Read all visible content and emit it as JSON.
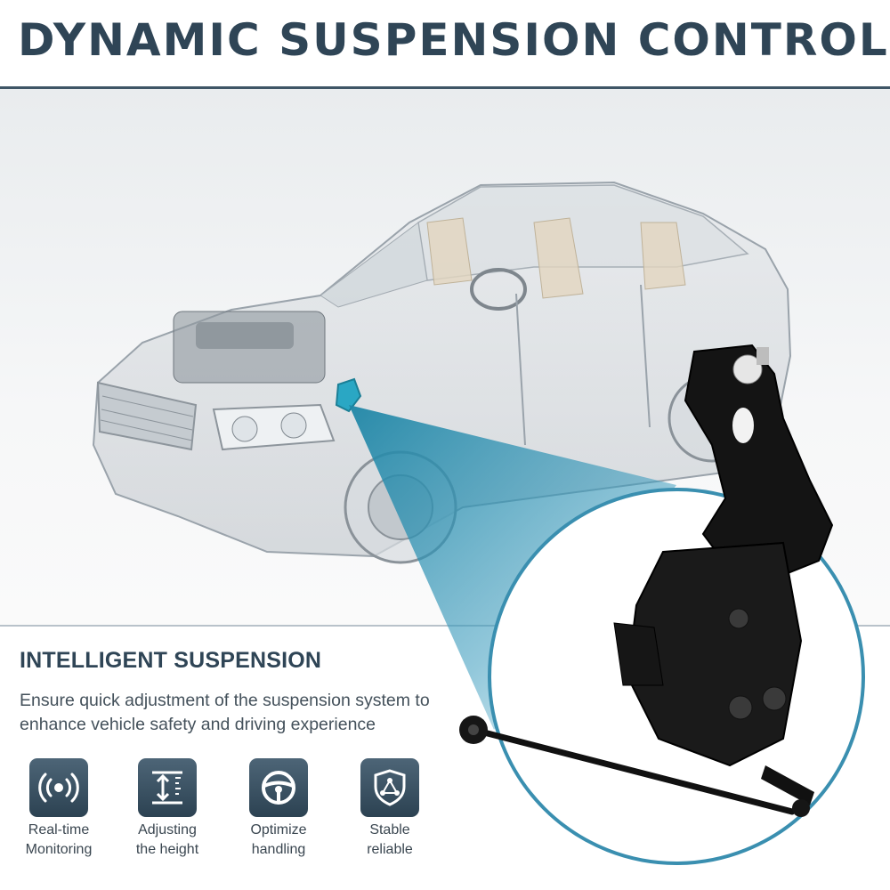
{
  "header": {
    "title": "DYNAMIC SUSPENSION CONTROL"
  },
  "section": {
    "heading": "INTELLIGENT SUSPENSION",
    "description": "Ensure quick adjustment of the suspension system to enhance vehicle safety and driving experience"
  },
  "features": [
    {
      "icon": "signal-broadcast-icon",
      "line1": "Real-time",
      "line2": "Monitoring"
    },
    {
      "icon": "height-adjust-icon",
      "line1": "Adjusting",
      "line2": "the height"
    },
    {
      "icon": "steering-wheel-icon",
      "line1": "Optimize",
      "line2": "handling"
    },
    {
      "icon": "shield-icon",
      "line1": "Stable",
      "line2": "reliable"
    }
  ],
  "colors": {
    "title": "#2f4556",
    "accent": "#3a8fb0",
    "icon_bg": "#3d5566",
    "sensor_highlight": "#2aa7c4"
  }
}
